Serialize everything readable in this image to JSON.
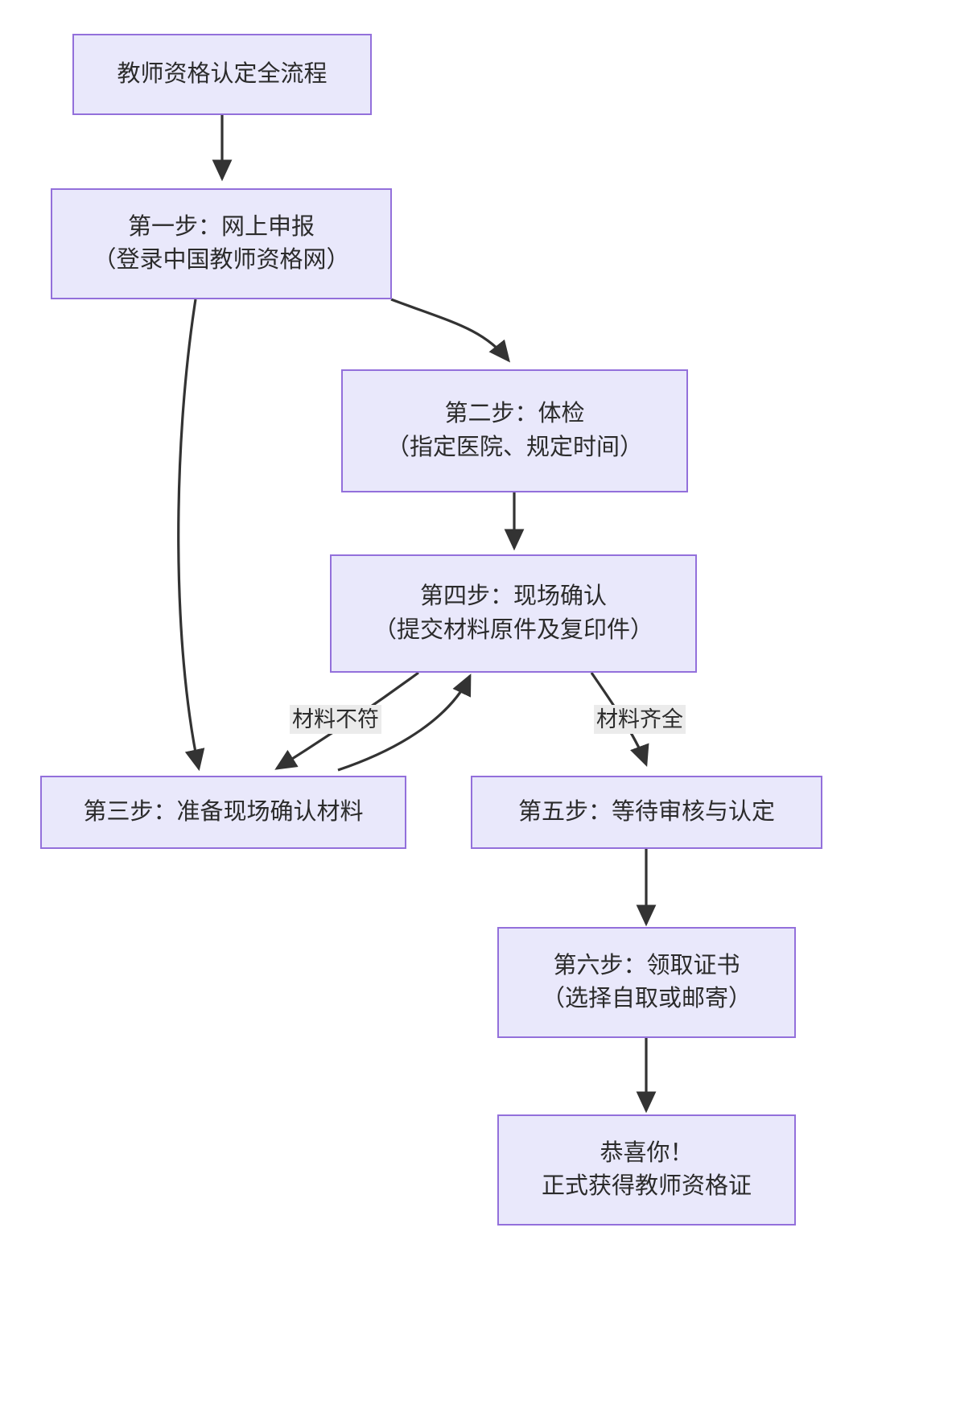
{
  "diagram": {
    "title": "教师资格认定全流程",
    "type": "flowchart",
    "direction": "top-down",
    "theme": {
      "node_fill": "#e9e8fb",
      "node_border": "#9370db",
      "edge_color": "#333333",
      "label_background": "#ebebeb",
      "text_color": "#2b2b2b",
      "canvas_background": "#ffffff"
    },
    "nodes": [
      {
        "id": "start",
        "line1": "教师资格认定全流程",
        "line2": ""
      },
      {
        "id": "step1",
        "line1": "第一步：网上申报",
        "line2": "（登录中国教师资格网）"
      },
      {
        "id": "step2",
        "line1": "第二步：体检",
        "line2": "（指定医院、规定时间）"
      },
      {
        "id": "step4",
        "line1": "第四步：现场确认",
        "line2": "（提交材料原件及复印件）"
      },
      {
        "id": "step3",
        "line1": "第三步：准备现场确认材料",
        "line2": ""
      },
      {
        "id": "step5",
        "line1": "第五步：等待审核与认定",
        "line2": ""
      },
      {
        "id": "step6",
        "line1": "第六步：领取证书",
        "line2": "（选择自取或邮寄）"
      },
      {
        "id": "done",
        "line1": "恭喜你！",
        "line2": "正式获得教师资格证"
      }
    ],
    "edges": [
      {
        "from": "start",
        "to": "step1",
        "label": ""
      },
      {
        "from": "step1",
        "to": "step2",
        "label": ""
      },
      {
        "from": "step1",
        "to": "step3",
        "label": ""
      },
      {
        "from": "step2",
        "to": "step4",
        "label": ""
      },
      {
        "from": "step4",
        "to": "step3",
        "label": "材料不符"
      },
      {
        "from": "step3",
        "to": "step4",
        "label": ""
      },
      {
        "from": "step4",
        "to": "step5",
        "label": "材料齐全"
      },
      {
        "from": "step5",
        "to": "step6",
        "label": ""
      },
      {
        "from": "step6",
        "to": "done",
        "label": ""
      }
    ],
    "edge_labels": [
      {
        "id": "label-material-mismatch",
        "text": "材料不符"
      },
      {
        "id": "label-material-complete",
        "text": "材料齐全"
      }
    ]
  }
}
